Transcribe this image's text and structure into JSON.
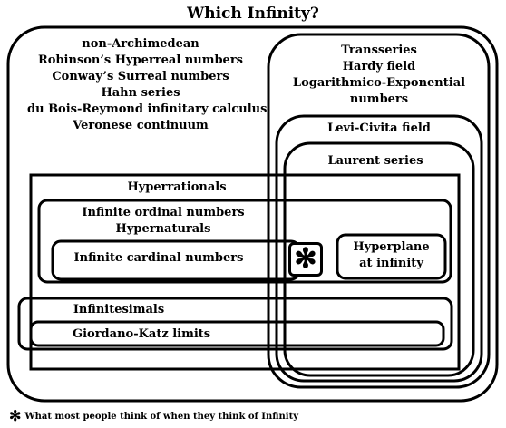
{
  "title": "Which Infinity?",
  "outer_labels": [
    "non-Archimedean",
    "Robinson’s Hyperreal numbers",
    "Conway’s Surreal numbers",
    "Hahn series",
    "du Bois-Reymond infinitary calculus",
    "Veronese continuum"
  ],
  "transseries_labels": [
    "Transseries",
    "Hardy field",
    "Logarithmico-Exponential",
    "numbers"
  ],
  "levi_civita": "Levi-Civita field",
  "laurent": "Laurent series",
  "hyperrationals": "Hyperrationals",
  "ordinal": "Infinite ordinal numbers",
  "hypernaturals": "Hypernaturals",
  "cardinal": "Infinite cardinal numbers",
  "hyperplane_line1": "Hyperplane",
  "hyperplane_line2": "at infinity",
  "infinitesimals": "Infinitesimals",
  "giordano": "Giordano-Katz limits",
  "asterisk": "✻",
  "footnote_star": "✻",
  "footnote": "What most people think of when they think of Infinity"
}
